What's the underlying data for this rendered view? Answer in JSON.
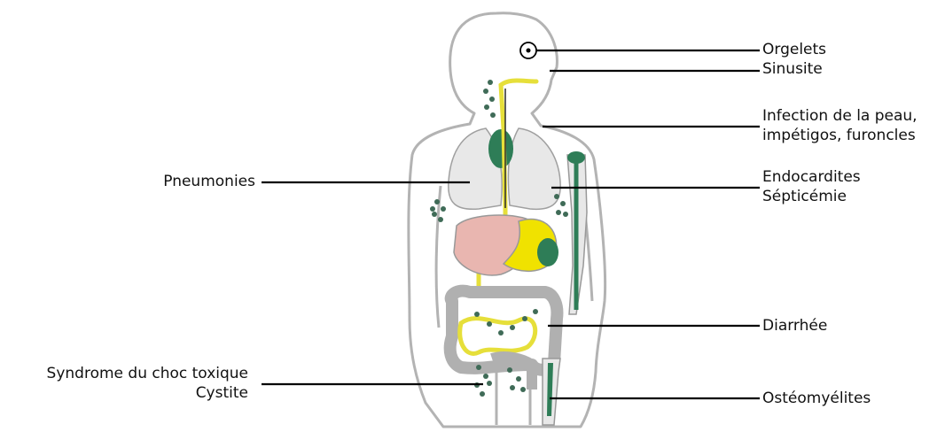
{
  "labels": {
    "orgelets": "Orgelets",
    "sinusite": "Sinusite",
    "peau_line1": "Infection de la peau,",
    "peau_line2": "impétigos, furoncles",
    "endocardites": "Endocardites",
    "septicemie": "Sépticémie",
    "diarrhee": "Diarrhée",
    "osteomyelites": "Ostéomyélites",
    "pneumonies": "Pneumonies",
    "syndrome": "Syndrome du choc toxique",
    "cystite": "Cystite"
  },
  "colors": {
    "outline": "#b3b3b3",
    "lungs": "#e8e8e8",
    "liver": "#e9b6b0",
    "stomach": "#f0e200",
    "organ_green": "#2e7d57",
    "intestine_gray": "#b0b0b0",
    "intestine_yellow": "#e6df3a",
    "bacteria": "#3f6b57",
    "leader_line": "#000000"
  }
}
